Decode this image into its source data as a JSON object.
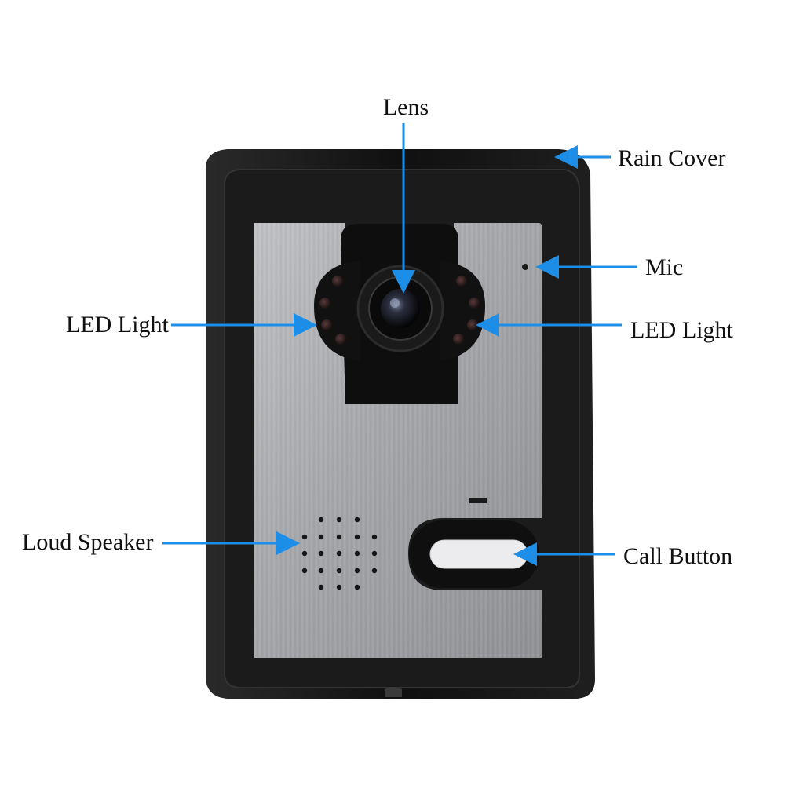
{
  "labels": {
    "lens": "Lens",
    "rain_cover": "Rain Cover",
    "mic": "Mic",
    "led_light_left": "LED Light",
    "led_light_right": "LED Light",
    "loud_speaker": "Loud Speaker",
    "call_button": "Call Button"
  },
  "colors": {
    "arrow": "#1c8ee8",
    "housing": "#151515",
    "panel": "#a9abae",
    "label": "#111111"
  },
  "icons": {
    "arrow": "arrow-icon"
  }
}
